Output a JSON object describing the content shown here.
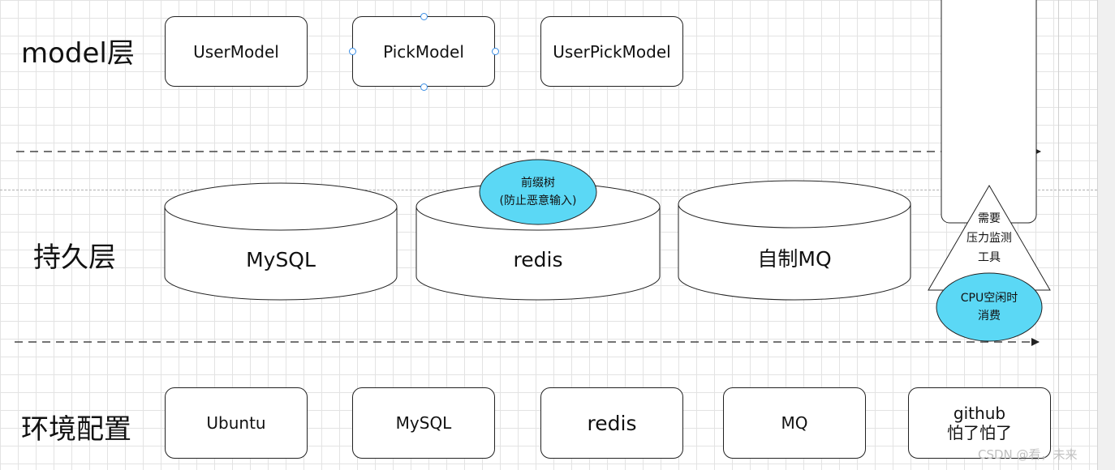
{
  "layers": {
    "model": "model层",
    "persistence": "持久层",
    "environment": "环境配置"
  },
  "model_boxes": [
    "UserModel",
    "PickModel",
    "UserPickModel"
  ],
  "storage": {
    "mysql": "MySQL",
    "redis": "redis",
    "mq": "自制MQ"
  },
  "prefix_tree": [
    "前缀树",
    "(防止恶意输入)"
  ],
  "stress_test": [
    "需要",
    "压力监测",
    "工具"
  ],
  "cpu_idle": [
    "CPU空闲时",
    "消费"
  ],
  "env_boxes": {
    "ubuntu": "Ubuntu",
    "mysql": "MySQL",
    "redis": "redis",
    "mq": "MQ",
    "github_line1": "github",
    "github_line2": "怕了怕了"
  },
  "watermark": "CSDN @看，未来",
  "colors": {
    "ellipse_fill": "#5bd8f5",
    "line": "#222222"
  }
}
